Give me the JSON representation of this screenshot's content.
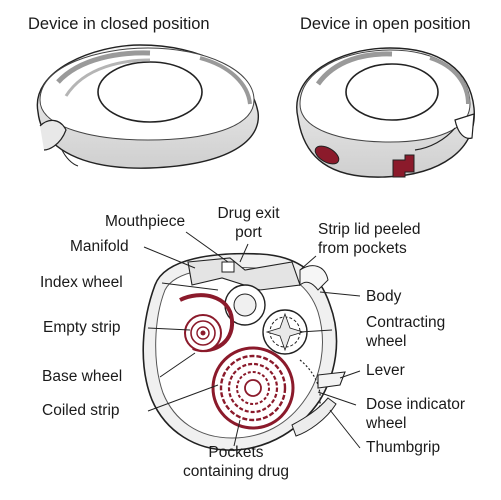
{
  "captions": {
    "closed": "Device in closed position",
    "open": "Device in open position"
  },
  "labels": {
    "mouthpiece": "Mouthpiece",
    "drug_exit_port_1": "Drug exit",
    "drug_exit_port_2": "port",
    "strip_lid_1": "Strip lid peeled",
    "strip_lid_2": "from pockets",
    "manifold": "Manifold",
    "index_wheel": "Index wheel",
    "body": "Body",
    "empty_strip": "Empty strip",
    "contracting_wheel_1": "Contracting",
    "contracting_wheel_2": "wheel",
    "base_wheel": "Base wheel",
    "lever": "Lever",
    "coiled_strip": "Coiled strip",
    "dose_indicator_wheel_1": "Dose indicator",
    "dose_indicator_wheel_2": "wheel",
    "thumbgrip": "Thumbgrip",
    "pockets_1": "Pockets",
    "pockets_2": "containing drug"
  },
  "colors": {
    "drug_accent": "#8b1a2b",
    "outline": "#222222",
    "shade": "#d9d9d9"
  }
}
